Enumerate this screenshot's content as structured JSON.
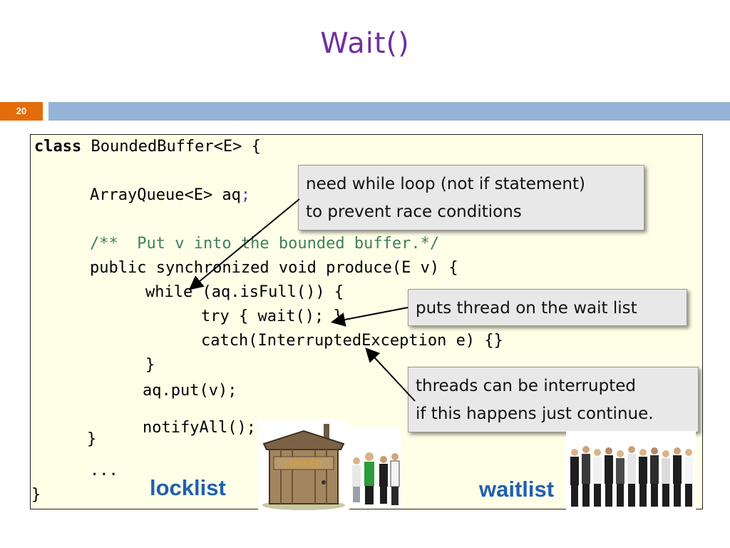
{
  "slide": {
    "title": "Wait()",
    "number": "20"
  },
  "code": {
    "line1_kw": "class",
    "line1_rest": " BoundedBuffer<E> {",
    "line2": "ArrayQueue<E> aq",
    "line2_semi": ";",
    "line3": "/**  Put v into the bounded buffer.*/",
    "line4": "public synchronized void produce(E v) {",
    "line5": "while (aq.isFull()) {",
    "line6": "try { wait(); }",
    "line7": "catch(InterruptedException e) {}",
    "line8": "}",
    "line9": "aq.put(v);",
    "line10": "notifyAll();",
    "line11": "}",
    "line12": "...",
    "line13": "}"
  },
  "callouts": {
    "while_loop_1": "need while loop (not if statement)",
    "while_loop_2": "to prevent race conditions",
    "wait_list": "puts thread on the wait list",
    "interrupt_1": "threads can be interrupted",
    "interrupt_2": "if this happens just continue."
  },
  "labels": {
    "locklist": "locklist",
    "waitlist": "waitlist",
    "locked_sign": "LOCKED"
  },
  "colors": {
    "title": "#7030a0",
    "slide_number_bg": "#e46c0a",
    "top_bar": "#95b3d7",
    "code_bg": "#ffffe8",
    "comment": "#3f7f5f",
    "label": "#1f5fb4"
  }
}
